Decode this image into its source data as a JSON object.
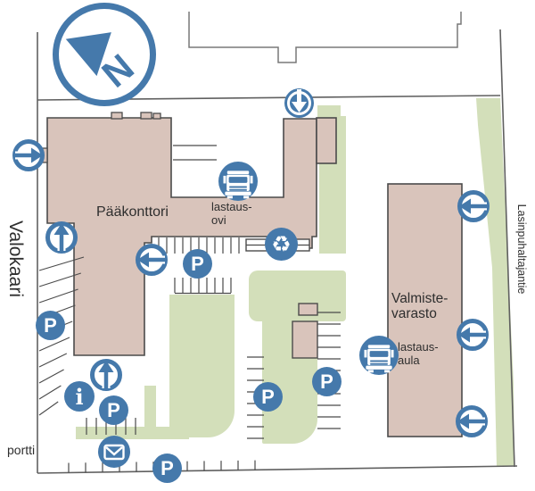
{
  "compass": {
    "north_label": "N"
  },
  "streets": {
    "west": "Valokaari",
    "east": "Lasinpuhaltajantie"
  },
  "buildings": {
    "main": "Pääkonttori",
    "warehouse_line1": "Valmiste-",
    "warehouse_line2": "varasto"
  },
  "annotations": {
    "loading_door_line1": "lastaus-",
    "loading_door_line2": "ovi",
    "loading_hall_line1": "lastaus-",
    "loading_hall_line2": "aula",
    "gate": "portti"
  },
  "icons": {
    "parking_label": "P",
    "info_label": "i",
    "recycle_glyph": "♻",
    "legend": [
      "north-compass",
      "entrance-arrow",
      "parking",
      "loading-truck",
      "recycling-point",
      "info-point",
      "mailbox"
    ]
  },
  "colors": {
    "icon_blue": "#4579ab",
    "building_fill": "#d9c4bb",
    "green_area": "#d3dfba",
    "outline": "#4b4b4b"
  }
}
